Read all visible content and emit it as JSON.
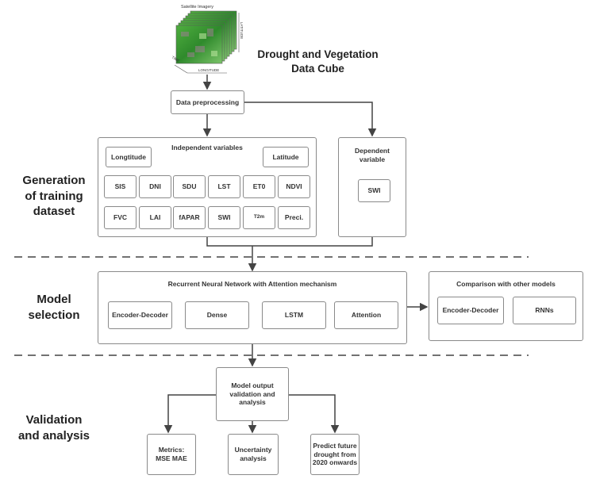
{
  "cube": {
    "top_label": "Satellite Imagery",
    "left_label": "TIME",
    "right_label": "LATITUDE",
    "bottom_label": "LONGITUDE"
  },
  "title": {
    "line1": "Drought and Vegetation",
    "line2": "Data Cube"
  },
  "preprocessing": "Data preprocessing",
  "sections": {
    "generation": {
      "line1": "Generation",
      "line2": "of training",
      "line3": "dataset"
    },
    "model": {
      "line1": "Model",
      "line2": "selection"
    },
    "validation": {
      "line1": "Validation",
      "line2": "and analysis"
    }
  },
  "independent": {
    "title": "Independent variables",
    "longitude": "Longtitude",
    "latitude": "Latitude",
    "row1": [
      "SIS",
      "DNI",
      "SDU",
      "LST",
      "ET0",
      "NDVI"
    ],
    "row2": [
      "FVC",
      "LAI",
      "fAPAR",
      "SWI",
      "T2m",
      "Preci."
    ]
  },
  "dependent": {
    "title_line1": "Dependent",
    "title_line2": "variable",
    "value": "SWI"
  },
  "rnn": {
    "title": "Recurrent Neural Network with Attention mechanism",
    "components": [
      "Encoder-Decoder",
      "Dense",
      "LSTM",
      "Attention"
    ]
  },
  "comparison": {
    "title": "Comparison with other models",
    "models": [
      "Encoder-Decoder",
      "RNNs"
    ]
  },
  "output": {
    "line1": "Model output",
    "line2": "validation and",
    "line3": "analysis"
  },
  "results": [
    {
      "line1": "Metrics:",
      "line2": "MSE MAE"
    },
    {
      "line1": "Uncertainty",
      "line2": "analysis"
    },
    {
      "line1": "Predict future",
      "line2": "drought from",
      "line3": "2020 onwards"
    }
  ],
  "colors": {
    "line": "#444444",
    "border": "#8a8a8a",
    "veg_green": "#3f9a3a",
    "veg_light": "#9fd18a"
  }
}
